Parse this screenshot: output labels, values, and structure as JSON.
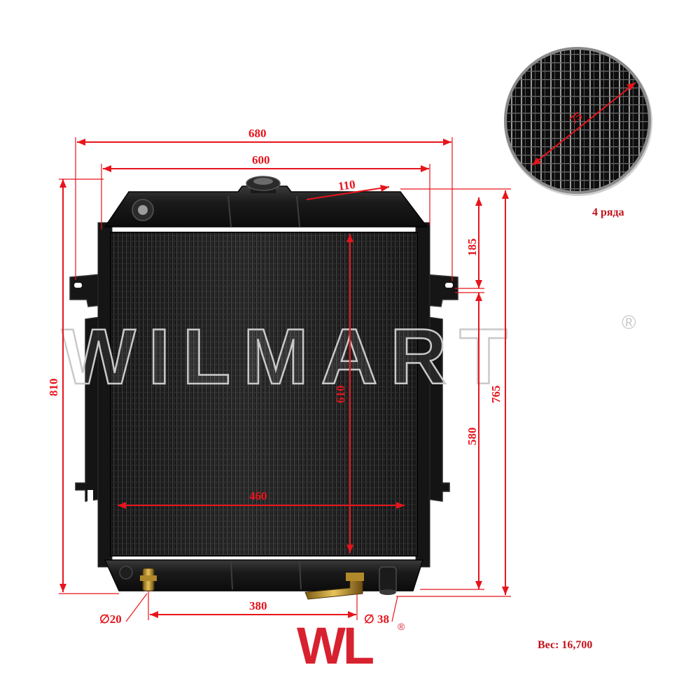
{
  "dimensions": {
    "overall_width": "680",
    "core_width": "600",
    "neck_offset": "110",
    "top_bracket": "185",
    "overall_height": "810",
    "height_to_bracket": "765",
    "core_height": "610",
    "lower_height": "580",
    "core_inner_width": "460",
    "outlet_spacing": "380",
    "inlet_diameter": "∅20",
    "outlet_diameter": "∅ 38",
    "core_depth": "75"
  },
  "rows_note": "4 ряда",
  "weight_note": "Вес: 16,700",
  "watermark": "WILMART",
  "watermark_mark": "®",
  "logo": "WL",
  "logo_mark": "®",
  "colors": {
    "dimension_red": "#e8141c",
    "radiator_black": "#111111",
    "logo_red": "#d8212f"
  }
}
